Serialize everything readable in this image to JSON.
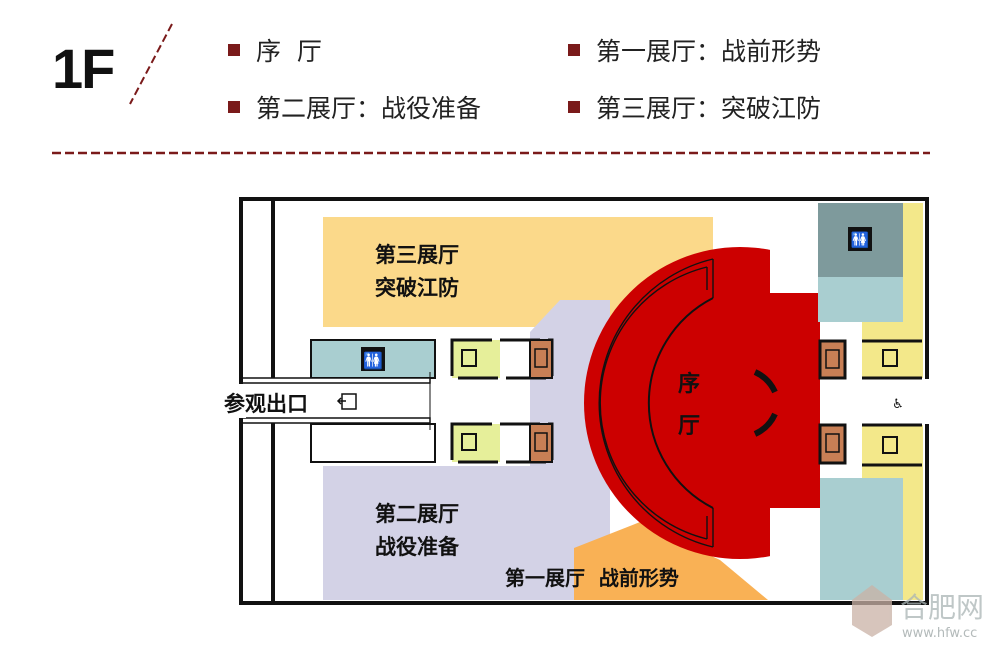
{
  "header": {
    "floor": "1F",
    "legend": [
      {
        "label": "序  厅"
      },
      {
        "label": "第一展厅：战前形势"
      },
      {
        "label": "第二展厅：战役准备"
      },
      {
        "label": "第三展厅：突破江防"
      }
    ]
  },
  "plan": {
    "hall3": {
      "line1": "第三展厅",
      "line2": "突破江防"
    },
    "hall2": {
      "line1": "第二展厅",
      "line2": "战役准备"
    },
    "hall1": {
      "label": "第一展厅  战前形势"
    },
    "prelude": {
      "line1": "序",
      "line2": "厅"
    },
    "exit_label": "参观出口",
    "icons": [
      "restroom-icon",
      "emergency-exit-icon",
      "elevator-icon",
      "wheelchair-icon",
      "exit-arrow-icon"
    ]
  },
  "watermark": {
    "name": "合肥网",
    "url": "www.hfw.cc"
  },
  "colors": {
    "accent": "#7a1a1a",
    "prelude": "#cc0000",
    "hall1": "#f9b155",
    "hall2": "#d3d2e6",
    "hall3": "#fbd98a"
  }
}
